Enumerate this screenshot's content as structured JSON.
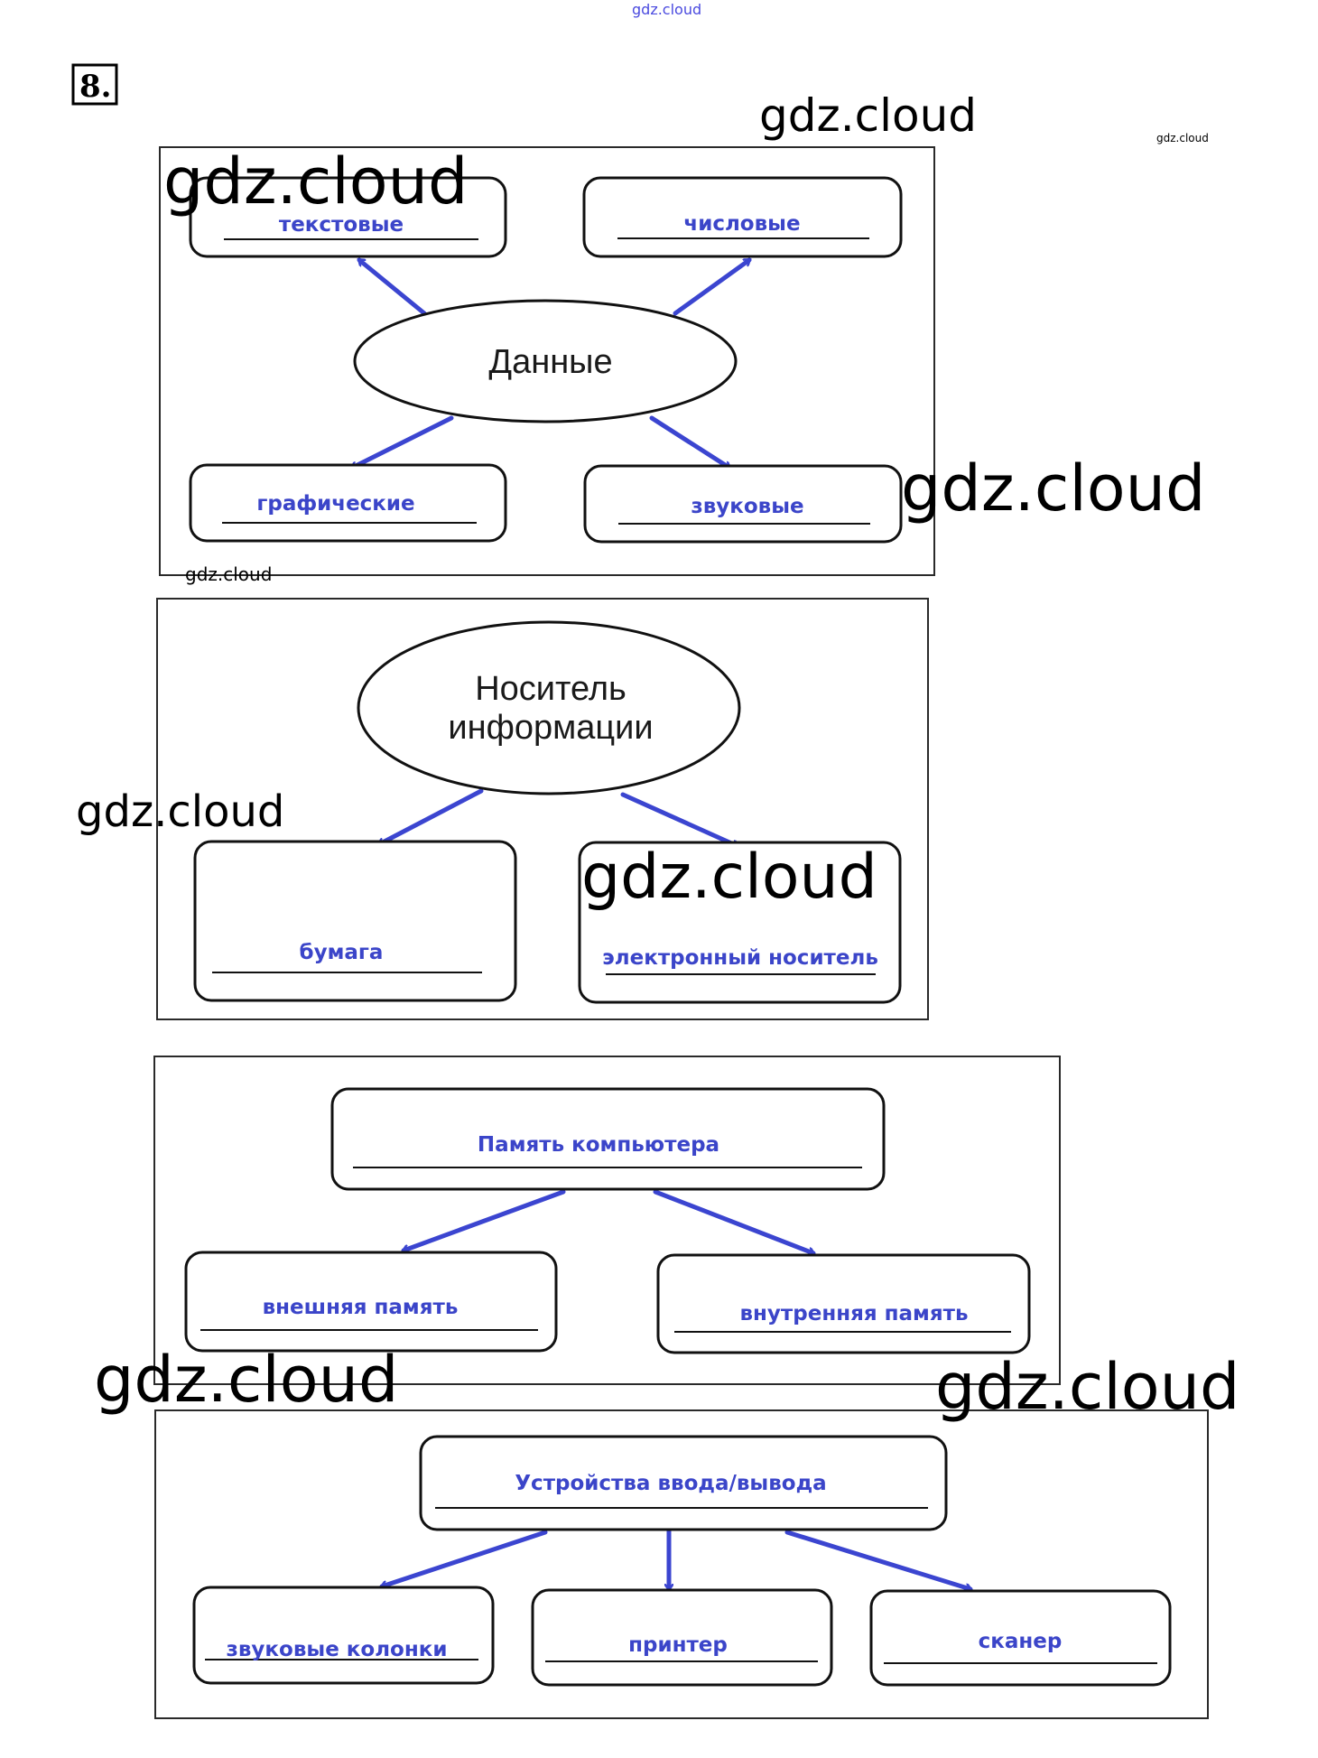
{
  "header": {
    "site_mark": "gdz.cloud",
    "task_number": "8."
  },
  "colors": {
    "answer": "#3b45c9",
    "arrow": "#3b45d0",
    "outline": "#111111"
  },
  "diagrams": [
    {
      "central_node": {
        "shape": "ellipse",
        "label": "Данные"
      },
      "answers": [
        "текстовые",
        "числовые",
        "графические",
        "звуковые"
      ]
    },
    {
      "central_node": {
        "shape": "ellipse",
        "label_lines": [
          "Носитель",
          "информации"
        ]
      },
      "answers": [
        "бумага",
        "электронный носитель"
      ]
    },
    {
      "central_node": {
        "shape": "box",
        "label": "Память компьютера"
      },
      "answers": [
        "внешняя память",
        "внутренняя память"
      ]
    },
    {
      "central_node": {
        "shape": "box",
        "label": "Устройства ввода/вывода"
      },
      "answers": [
        "звуковые колонки",
        "принтер",
        "сканер"
      ]
    }
  ],
  "watermarks": [
    "gdz.cloud",
    "gdz.cloud",
    "gdz.cloud",
    "gdz.cloud",
    "gdz.cloud",
    "gdz.cloud",
    "gdz.cloud",
    "gdz.cloud",
    "gdz.cloud",
    "gdz.cloud"
  ]
}
